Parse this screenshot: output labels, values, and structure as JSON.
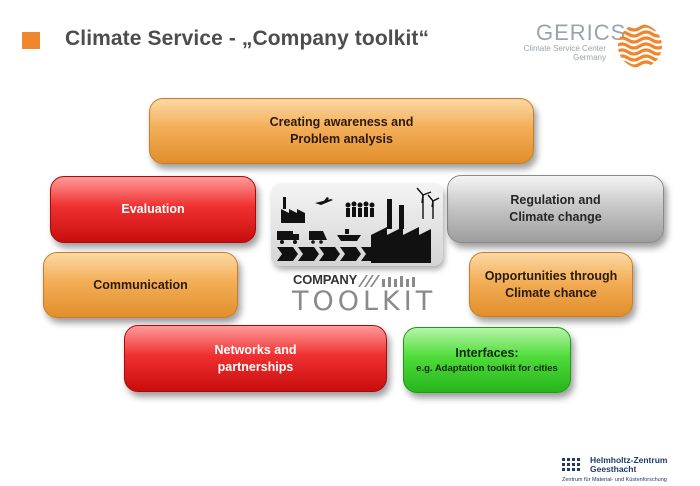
{
  "header": {
    "title": "Climate Service - „Company toolkit“"
  },
  "brand": {
    "name": "GERICS",
    "line1": "Climate Service Center",
    "line2": "Germany"
  },
  "boxes": {
    "awareness": [
      "Creating awareness and",
      "Problem analysis"
    ],
    "evaluation": [
      "Evaluation"
    ],
    "regulation": [
      "Regulation and",
      "Climate change"
    ],
    "communication": [
      "Communication"
    ],
    "opportunities": [
      "Opportunities through",
      "Climate chance"
    ],
    "networks": [
      "Networks and",
      "partnerships"
    ],
    "interfaces": {
      "title": "Interfaces:",
      "subtitle": "e.g. Adaptation toolkit for cities"
    }
  },
  "toolkit": {
    "company": "COMPANY",
    "toolkit": "TOOLKIT"
  },
  "footer": {
    "org_line1": "Helmholtz-Zentrum",
    "org_line2": "Geesthacht",
    "org_sub": "Zentrum für Material- und Küstenforschung"
  },
  "colors": {
    "accent_orange": "#f0862d",
    "box_orange": "#f3ae57",
    "box_red": "#f03030",
    "box_gray": "#c8c8c8",
    "box_green": "#4fdc3a"
  },
  "icons": [
    "factory-icon",
    "airplane-icon",
    "people-icon",
    "truck-icon",
    "train-icon",
    "ship-icon",
    "wind-turbine-icon",
    "arrow-chain-icon"
  ]
}
